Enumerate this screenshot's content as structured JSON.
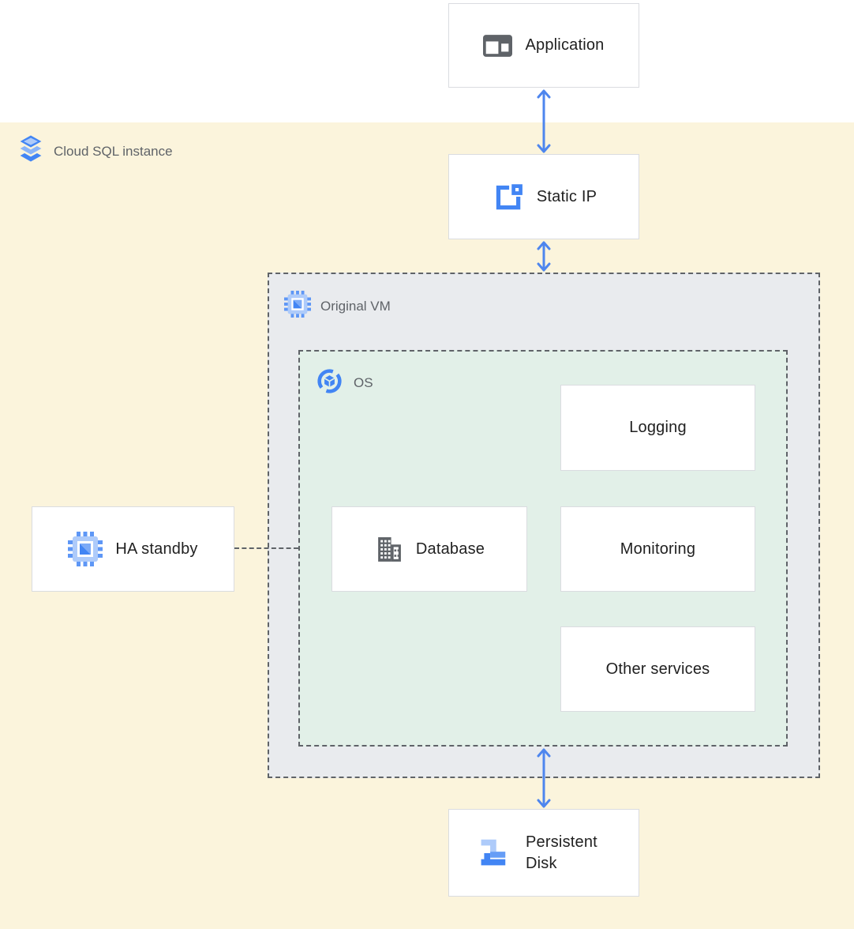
{
  "diagram": {
    "instance": {
      "label": "Cloud SQL instance"
    },
    "regions": {
      "original_vm": {
        "label": "Original VM"
      },
      "os": {
        "label": "OS"
      }
    },
    "nodes": {
      "application": {
        "label": "Application"
      },
      "static_ip": {
        "label": "Static IP"
      },
      "ha_standby": {
        "label": "HA standby"
      },
      "database": {
        "label": "Database"
      },
      "logging": {
        "label": "Logging"
      },
      "monitoring": {
        "label": "Monitoring"
      },
      "other_services": {
        "label": "Other services"
      },
      "persistent_disk": {
        "label": "Persistent Disk"
      }
    },
    "connections": [
      {
        "from": "Application",
        "to": "Static IP",
        "style": "double-headed-arrow"
      },
      {
        "from": "Static IP",
        "to": "Original VM",
        "style": "double-headed-arrow"
      },
      {
        "from": "OS",
        "to": "Persistent Disk",
        "style": "double-headed-arrow"
      },
      {
        "from": "HA standby",
        "to": "OS",
        "style": "dashed-line"
      }
    ],
    "colors": {
      "instance_bg": "#FBF4DC",
      "vm_bg": "#E9EBEE",
      "os_bg": "#E2F0E8",
      "node_border": "#DADCE0",
      "dashed_border": "#5F6368",
      "arrow": "#4E86EE",
      "node_text": "#212121",
      "region_text": "#5F6368",
      "icon_gray": "#5F6368",
      "icon_blue": "#4285F4",
      "icon_blue_mid": "#669DF6",
      "icon_blue_light": "#AECBFA"
    }
  }
}
